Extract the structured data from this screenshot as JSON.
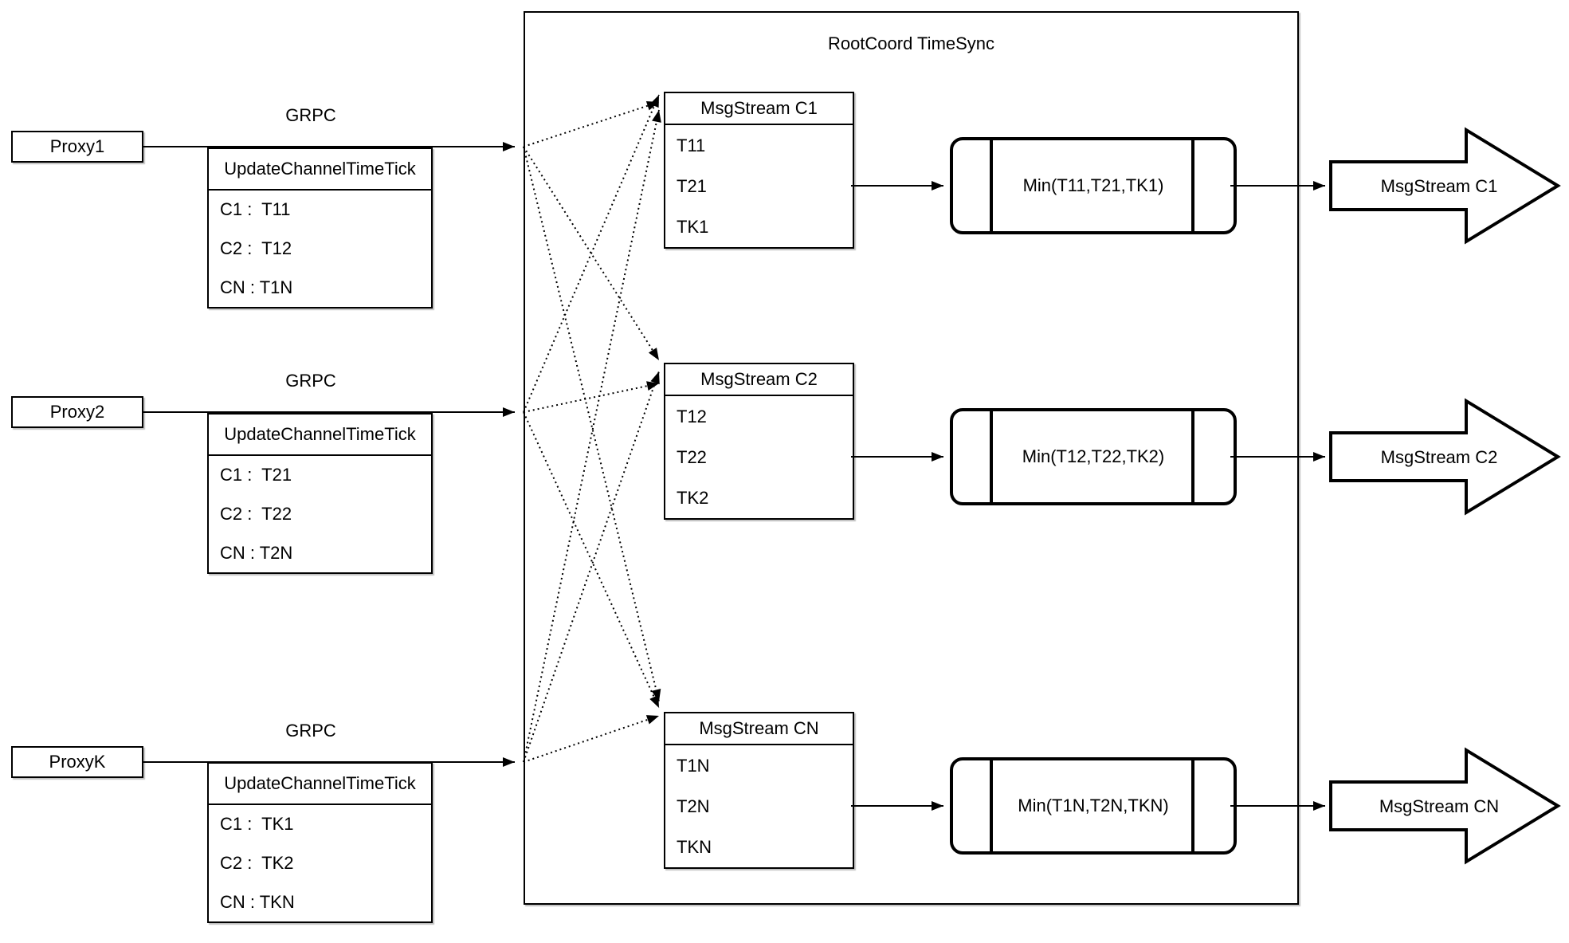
{
  "diagram": {
    "container_title": "RootCoord TimeSync",
    "grpc_label": "GRPC",
    "colors": {
      "stroke": "#000000",
      "background": "#ffffff"
    },
    "proxies": [
      {
        "name": "Proxy1",
        "table_header": "UpdateChannelTimeTick",
        "rows": [
          "C1 :  T11",
          "C2 :  T12",
          "CN : T1N"
        ]
      },
      {
        "name": "Proxy2",
        "table_header": "UpdateChannelTimeTick",
        "rows": [
          "C1 :  T21",
          "C2 :  T22",
          "CN : T2N"
        ]
      },
      {
        "name": "ProxyK",
        "table_header": "UpdateChannelTimeTick",
        "rows": [
          "C1 :  TK1",
          "C2 :  TK2",
          "CN : TKN"
        ]
      }
    ],
    "streams": [
      {
        "header": "MsgStream C1",
        "ticks": [
          "T11",
          "T21",
          "TK1"
        ],
        "min_label": "Min(T11,T21,TK1)",
        "out_label": "MsgStream C1"
      },
      {
        "header": "MsgStream C2",
        "ticks": [
          "T12",
          "T22",
          "TK2"
        ],
        "min_label": "Min(T12,T22,TK2)",
        "out_label": "MsgStream C2"
      },
      {
        "header": "MsgStream CN",
        "ticks": [
          "T1N",
          "T2N",
          "TKN"
        ],
        "min_label": "Min(T1N,T2N,TKN)",
        "out_label": "MsgStream CN"
      }
    ]
  }
}
